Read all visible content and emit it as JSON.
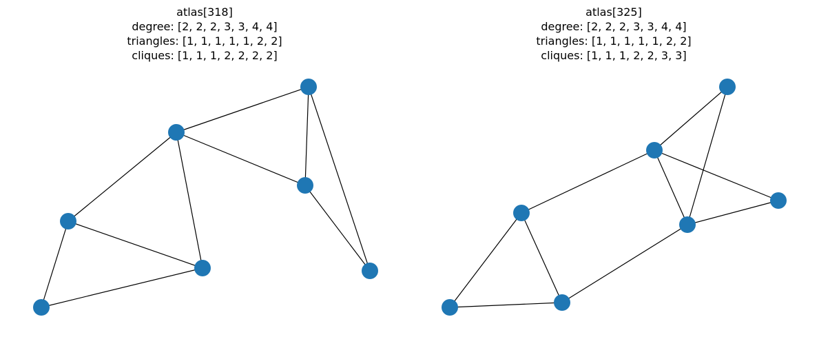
{
  "graphs": [
    {
      "title": "atlas[318]",
      "degree": "degree: [2, 2, 2, 3, 3, 4, 4]",
      "triangles": "triangles: [1, 1, 1, 1, 1, 2, 2]",
      "cliques": "cliques: [1, 1, 1, 2, 2, 2, 2]",
      "nodes": [
        "n0",
        "n1",
        "n2",
        "n3",
        "n4",
        "n5",
        "n6"
      ],
      "edges": [
        [
          "n0",
          "n1"
        ],
        [
          "n0",
          "n2"
        ],
        [
          "n1",
          "n2"
        ],
        [
          "n1",
          "n3"
        ],
        [
          "n2",
          "n3"
        ],
        [
          "n3",
          "n4"
        ],
        [
          "n3",
          "n5"
        ],
        [
          "n4",
          "n5"
        ],
        [
          "n5",
          "n6"
        ],
        [
          "n4",
          "n6"
        ]
      ]
    },
    {
      "title": "atlas[325]",
      "degree": "degree: [2, 2, 2, 3, 3, 4, 4]",
      "triangles": "triangles: [1, 1, 1, 1, 1, 2, 2]",
      "cliques": "cliques: [1, 1, 1, 2, 2, 3, 3]",
      "nodes": [
        "m0",
        "m1",
        "m2",
        "m3",
        "m4",
        "m5",
        "m6"
      ],
      "edges": [
        [
          "m0",
          "m1"
        ],
        [
          "m0",
          "m2"
        ],
        [
          "m1",
          "m2"
        ],
        [
          "m1",
          "m3"
        ],
        [
          "m2",
          "m4"
        ],
        [
          "m3",
          "m4"
        ],
        [
          "m3",
          "m5"
        ],
        [
          "m4",
          "m5"
        ],
        [
          "m3",
          "m6"
        ],
        [
          "m4",
          "m6"
        ]
      ]
    }
  ],
  "colors": {
    "node_fill": "#1f77b4",
    "edge": "#000000",
    "text": "#000000",
    "background": "#ffffff"
  }
}
